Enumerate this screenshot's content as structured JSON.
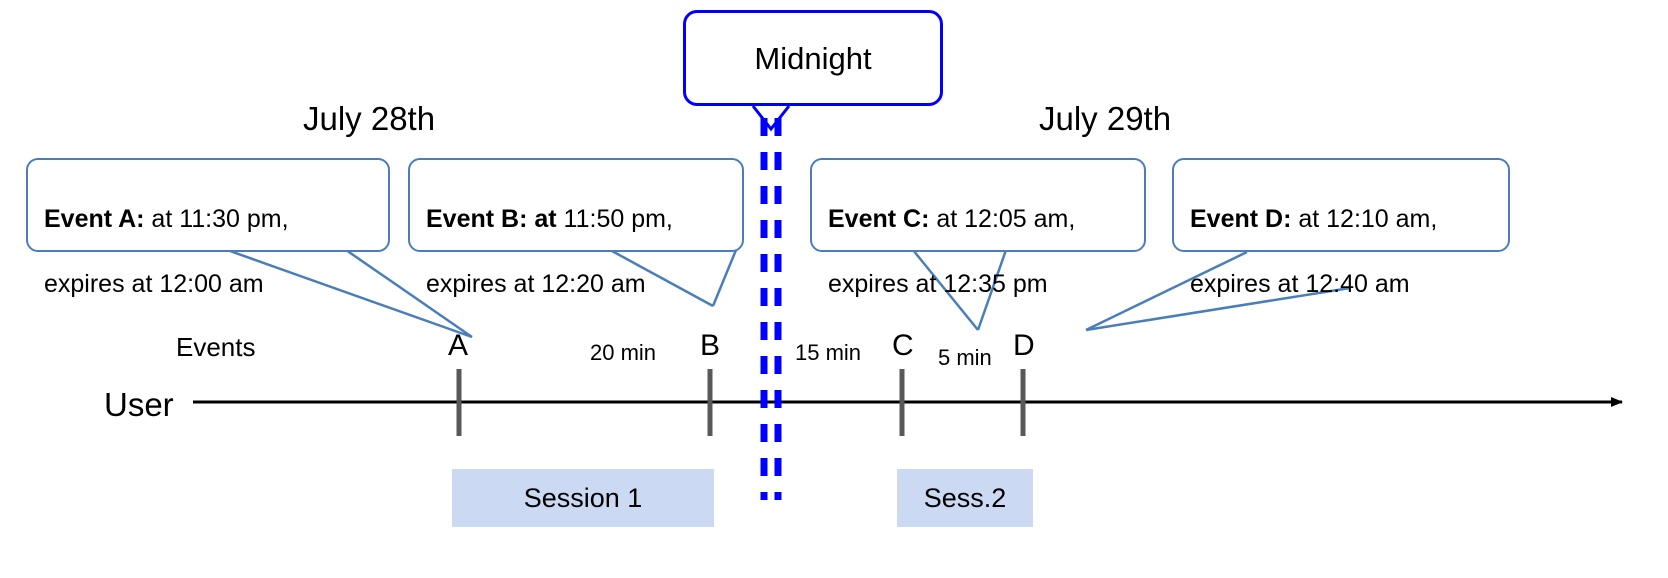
{
  "diagram": {
    "title_text": "Event expiry across midnight timeline",
    "colors": {
      "callout_border": "#4a7ebb",
      "midnight_blue": "#0000ff",
      "session_fill": "#ccd9f2",
      "tick": "#595959",
      "axis": "#000000"
    }
  },
  "midnight": {
    "label": "Midnight"
  },
  "days": [
    {
      "label": "July 28th"
    },
    {
      "label": "July 29th"
    }
  ],
  "rows": {
    "events_label": "Events",
    "user_label": "User"
  },
  "callouts": [
    {
      "name": "event-a",
      "bold": "Event A:",
      "rest": " at 11:30 pm,",
      "line2": "expires at 12:00 am"
    },
    {
      "name": "event-b",
      "bold": "Event B: at",
      "rest": " 11:50 pm,",
      "line2": "expires at 12:20 am"
    },
    {
      "name": "event-c",
      "bold": "Event C:",
      "rest": " at 12:05 am,",
      "line2": "expires at 12:35 pm"
    },
    {
      "name": "event-d",
      "bold": "Event D:",
      "rest": "  at 12:10 am,",
      "line2": "expires at 12:40 am"
    }
  ],
  "timeline": {
    "markers": [
      {
        "letter": "A",
        "time": "11:30 pm"
      },
      {
        "letter": "B",
        "time": "11:50 pm"
      },
      {
        "letter": "C",
        "time": "12:05 am"
      },
      {
        "letter": "D",
        "time": "12:10 am"
      }
    ],
    "gaps": [
      {
        "label": "20 min",
        "from": "A",
        "to": "B"
      },
      {
        "label": "15 min",
        "from": "B",
        "to": "C"
      },
      {
        "label": "5 min",
        "from": "C",
        "to": "D"
      }
    ]
  },
  "sessions": [
    {
      "label": "Session 1"
    },
    {
      "label": "Sess.2"
    }
  ]
}
